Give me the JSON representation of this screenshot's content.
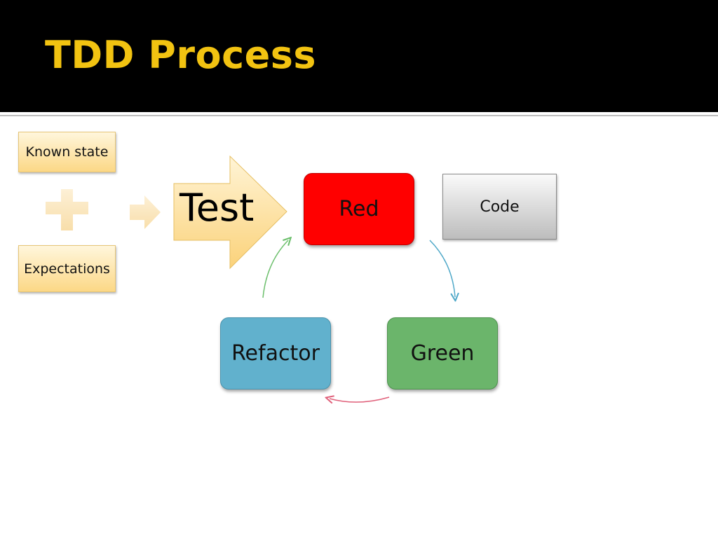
{
  "slide": {
    "title": "TDD Process"
  },
  "inputs": {
    "known_state": "Known state",
    "expectations": "Expectations"
  },
  "test": {
    "label": "Test"
  },
  "cycle": {
    "red": "Red",
    "green": "Green",
    "refactor": "Refactor"
  },
  "side": {
    "code": "Code"
  },
  "colors": {
    "title": "#f2c311",
    "red": "#ff0000",
    "green": "#6bb56b",
    "refactor": "#61b1cd",
    "arrow_red_to_green": "#4fa8c8",
    "arrow_green_to_refactor": "#e0607a",
    "arrow_refactor_to_test": "#6cbf6c"
  },
  "icons": {
    "plus": "plus-icon",
    "arrow": "arrow-right-icon"
  }
}
